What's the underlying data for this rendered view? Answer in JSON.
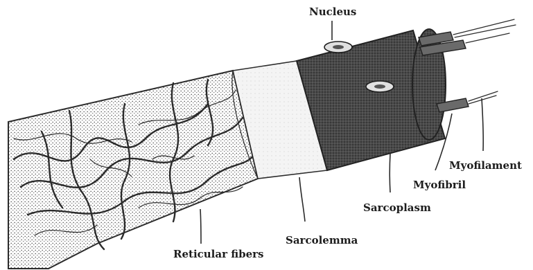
{
  "labels": {
    "nucleus": "Nucleus",
    "myofilament": "Myofilament",
    "myofibril": "Myofibril",
    "sarcoplasm": "Sarcoplasm",
    "sarcolemma": "Sarcolemma",
    "reticular_fibers": "Reticular fibers"
  }
}
